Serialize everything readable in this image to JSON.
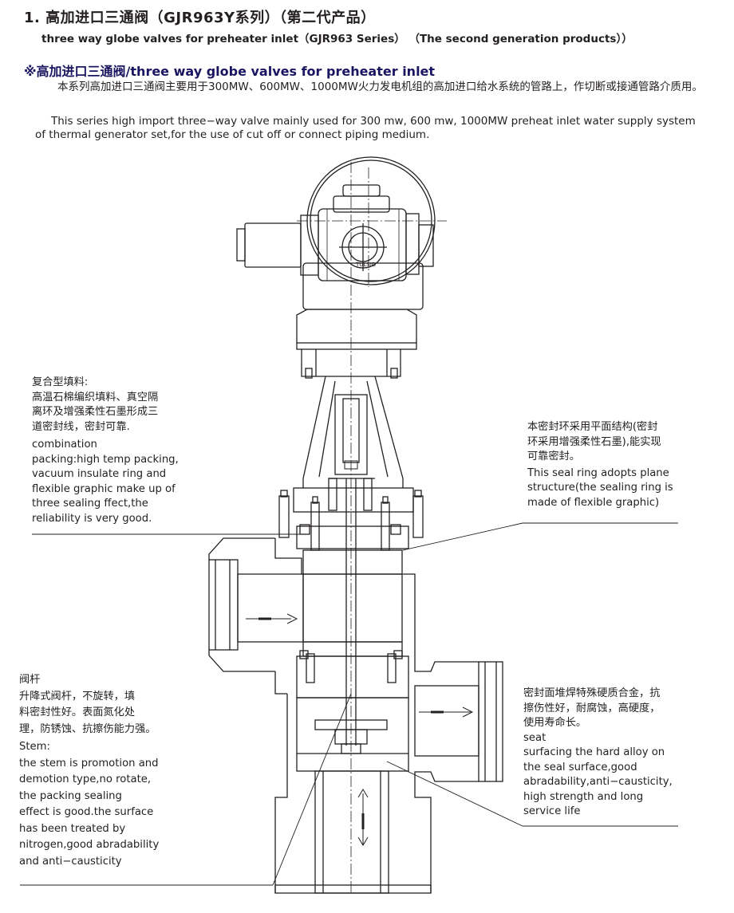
{
  "heading": {
    "title_cn": "1. 高加进口三通阀（GJR963Y系列）（第二代产品）",
    "title_en": "three way globe valves for preheater inlet（GJR963 Series）  （The second generation products））"
  },
  "section": {
    "title": "※高加进口三通阀/three way globe valves for preheater inlet"
  },
  "intro": {
    "cn": "本系列高加进口三通阀主要用于300MW、600MW、1000MW火力发电机组的高加进口给水系统的管路上，作切断或接通管路介质用。",
    "en": "This series high import three−way valve mainly used for 300 mw, 600 mw, 1000MW preheat inlet water supply system of thermal generator set,for the use of cut off or connect piping medium."
  },
  "diagram": {
    "actuator_label": "TULSID"
  },
  "callouts": {
    "packing": {
      "title_cn": "复合型填料:",
      "body_cn": "高温石棉编织填料、真空隔\n离环及增强柔性石墨形成三\n道密封线，密封可靠.",
      "body_en": "combination\npacking:high temp packing,\nvacuum insulate ring and\nflexible graphic make up of\nthree sealing ffect,the\nreliability is very good."
    },
    "seal_ring": {
      "body_cn": "本密封环采用平面结构(密封\n环采用增强柔性石墨),能实现\n可靠密封。",
      "body_en": "This seal ring adopts plane\nstructure(the sealing ring is\nmade of flexible graphic)"
    },
    "stem": {
      "title_cn": "阀杆",
      "body_cn": "升降式阀杆，不旋转，填\n料密封性好。表面氮化处\n理，防锈蚀、抗擦伤能力强。",
      "title_en": "Stem:",
      "body_en": "the stem is promotion and\ndemotion type,no rotate,\nthe packing sealing\neffect is good.the surface\nhas been treated by\nnitrogen,good abradability\nand anti−causticity"
    },
    "seat": {
      "body_cn": "密封面堆焊特殊硬质合金，抗\n擦伤性好，耐腐蚀，高硬度，\n使用寿命长。",
      "title_en": "seat",
      "body_en": "surfacing the hard alloy on\nthe seal  surface,good\nabradability,anti−causticity,\nhigh strength and long\nservice life"
    }
  }
}
